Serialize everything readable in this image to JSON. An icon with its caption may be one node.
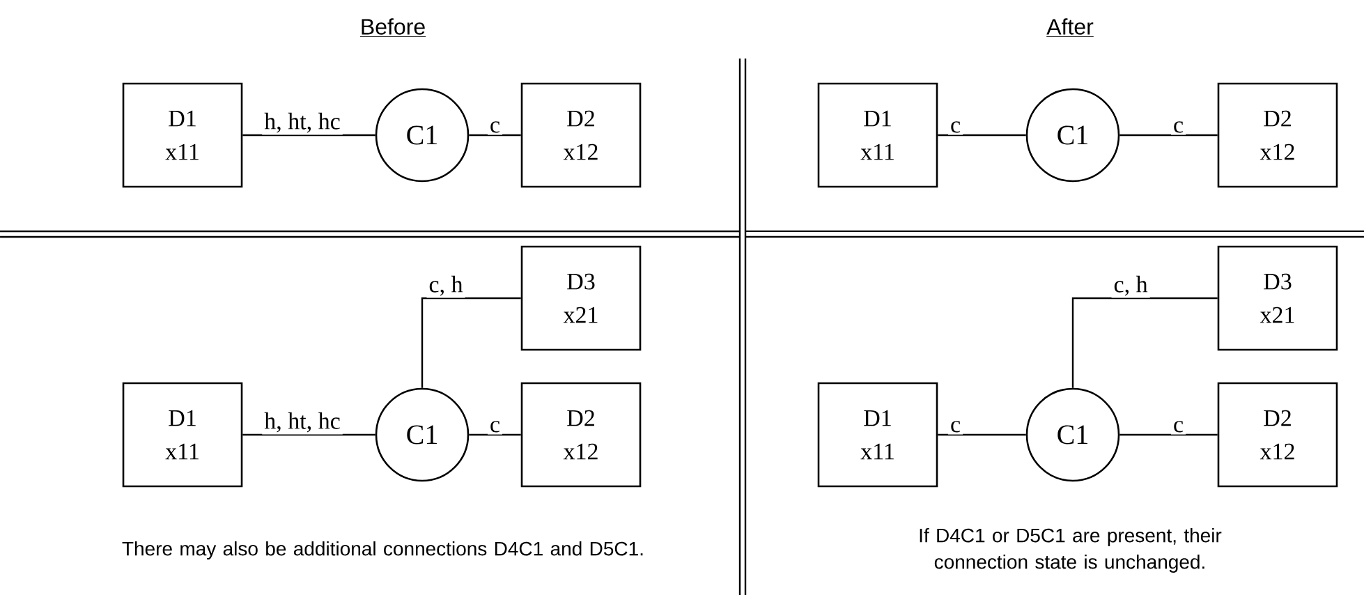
{
  "diagram": {
    "nodes": [
      {
        "text": [
          "D1",
          "x11"
        ]
      },
      {
        "text": [
          "C1"
        ]
      },
      {
        "text": [
          "D2",
          "x12"
        ]
      },
      {
        "text": [
          "D1",
          "x11"
        ]
      },
      {
        "text": [
          "C1"
        ]
      },
      {
        "text": [
          "D2",
          "x12"
        ]
      },
      {
        "text": [
          "D3",
          "x21"
        ]
      },
      {
        "text": [
          "D1",
          "x11"
        ]
      },
      {
        "text": [
          "C1"
        ]
      },
      {
        "text": [
          "D2",
          "x12"
        ]
      },
      {
        "text": [
          "D3",
          "x21"
        ]
      },
      {
        "text": [
          "D1",
          "x11"
        ]
      },
      {
        "text": [
          "C1"
        ]
      },
      {
        "text": [
          "D2",
          "x12"
        ]
      }
    ],
    "edges": [
      {
        "from": 0,
        "to": 1,
        "arrow": "none",
        "label": "h, ht, hc"
      },
      {
        "from": 1,
        "to": 2,
        "arrow": "none",
        "label": "c"
      },
      {
        "from": 3,
        "to": 4,
        "arrow": "none",
        "label": "c"
      },
      {
        "from": 4,
        "to": 5,
        "arrow": "none",
        "label": "c"
      },
      {
        "from": 8,
        "to": 6,
        "arrow": "none",
        "label": "c, h"
      },
      {
        "from": 7,
        "to": 8,
        "arrow": "none",
        "label": "h, ht, hc"
      },
      {
        "from": 8,
        "to": 9,
        "arrow": "none",
        "label": "c"
      },
      {
        "from": 12,
        "to": 10,
        "arrow": "none",
        "label": "c, h"
      },
      {
        "from": 11,
        "to": 12,
        "arrow": "none",
        "label": "c"
      },
      {
        "from": 12,
        "to": 13,
        "arrow": "none",
        "label": "c"
      }
    ],
    "labels": [
      "Before",
      "After",
      "There may also be additional connections D4C1 and D5C1.",
      "If D4C1 or D5C1 are present, their connection state is unchanged."
    ]
  }
}
